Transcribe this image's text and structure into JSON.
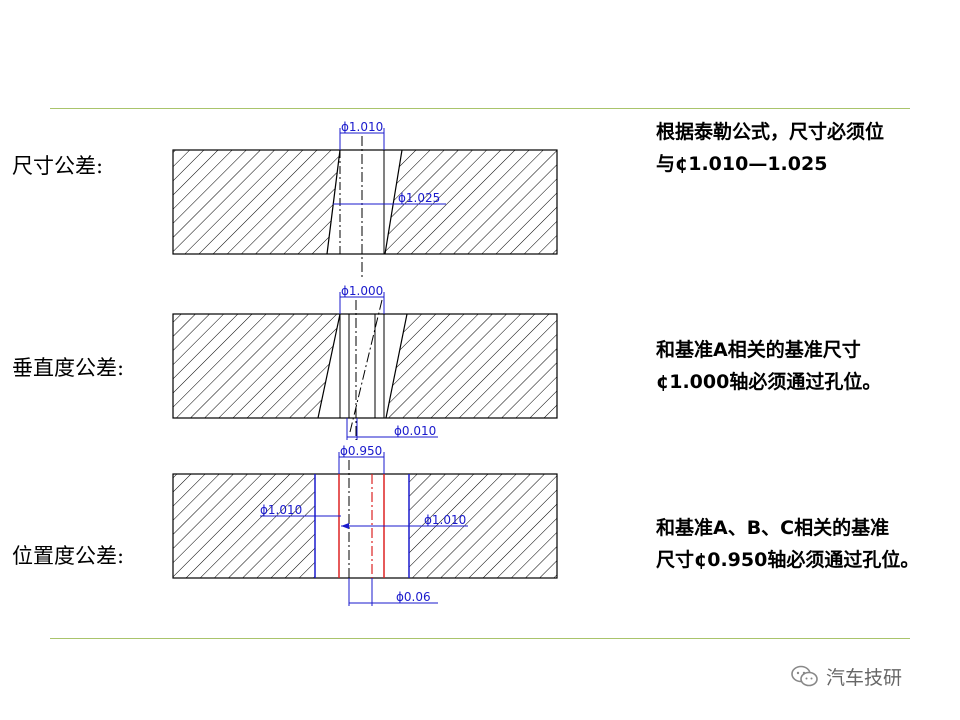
{
  "labels": {
    "size_tolerance": "尺寸公差:",
    "perpendicularity_tolerance": "垂直度公差:",
    "position_tolerance": "位置度公差:"
  },
  "notes": {
    "note1": [
      "根据泰勒公式，尺寸必须位",
      "与¢1.010—1.025"
    ],
    "note2": [
      "和基准A相关的基准尺寸",
      "¢1.000轴必须通过孔位。"
    ],
    "note3": [
      "和基准A、B、C相关的基准",
      "尺寸¢0.950轴必须通过孔位。"
    ]
  },
  "dimensions": {
    "d1_top": "ϕ1.010",
    "d1_mid": "ϕ1.025",
    "d2_top": "ϕ1.000",
    "d2_bottom": "ϕ0.010",
    "d3_top": "ϕ0.950",
    "d3_left": "ϕ1.010",
    "d3_right": "ϕ1.010",
    "d3_bottom": "ϕ0.06"
  },
  "watermark": "汽车技研",
  "colors": {
    "rule": "#a9c46b",
    "dimension": "#1a1acc",
    "center_red": "#dd2222",
    "outline": "#000000"
  }
}
